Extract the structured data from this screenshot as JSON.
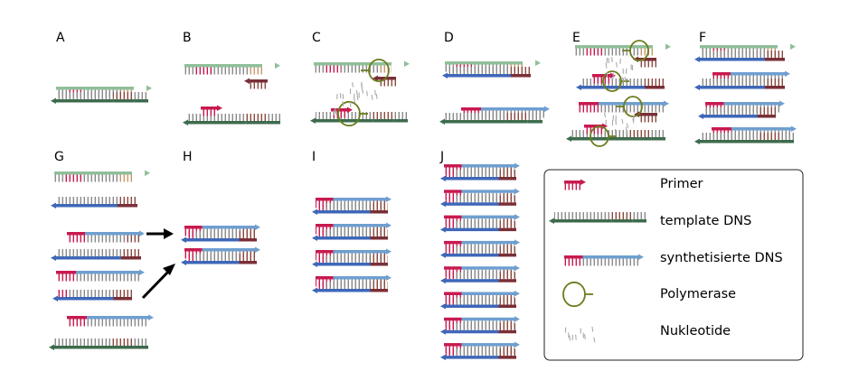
{
  "panels": {
    "a": "A",
    "b": "B",
    "c": "C",
    "d": "D",
    "e": "E",
    "f": "F",
    "g": "G",
    "h": "H",
    "i": "I",
    "j": "J"
  },
  "legend": {
    "primer": "Primer",
    "template": "template DNS",
    "synthesized": "synthetisierte DNS",
    "polymerase": "Polymerase",
    "nucleotides": "Nukleotide"
  },
  "colors": {
    "template_light": "#8fbf99",
    "template_dark": "#3d6b4d",
    "synth_light": "#6f9fd0",
    "synth_dark": "#3e67b8",
    "primer": "#c81a4f",
    "primer_dark": "#7a2f36",
    "polymerase": "#6b7d1e",
    "nucleotide": "#aaaaaa"
  }
}
